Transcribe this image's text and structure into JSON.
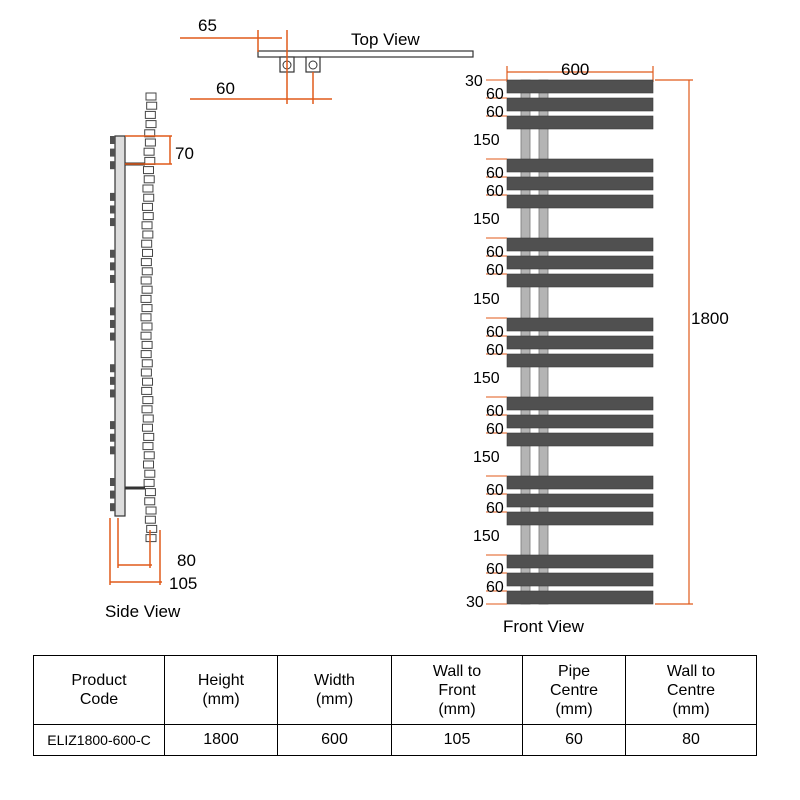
{
  "colors": {
    "bar": "#505050",
    "pipe": "#b4b4b4",
    "dimension": "#e05a1a",
    "outline": "#333333"
  },
  "top_view": {
    "title": "Top View",
    "dim_offset": "65",
    "dim_pipe_centre": "60"
  },
  "side_view": {
    "title": "Side View",
    "dim_bracket": "70",
    "dim_wall_to_centre": "80",
    "dim_wall_to_front": "105"
  },
  "front_view": {
    "title": "Front View",
    "dim_width": "600",
    "dim_height": "1800",
    "dim_edge": "30",
    "dim_bar": "60",
    "dim_gap": "150"
  },
  "spec_table": {
    "headers": [
      "Product\nCode",
      "Height\n(mm)",
      "Width\n(mm)",
      "Wall to\nFront\n(mm)",
      "Pipe\nCentre\n(mm)",
      "Wall to\nCentre\n(mm)"
    ],
    "row": [
      "ELIZ1800-600-C",
      "1800",
      "600",
      "105",
      "60",
      "80"
    ]
  }
}
